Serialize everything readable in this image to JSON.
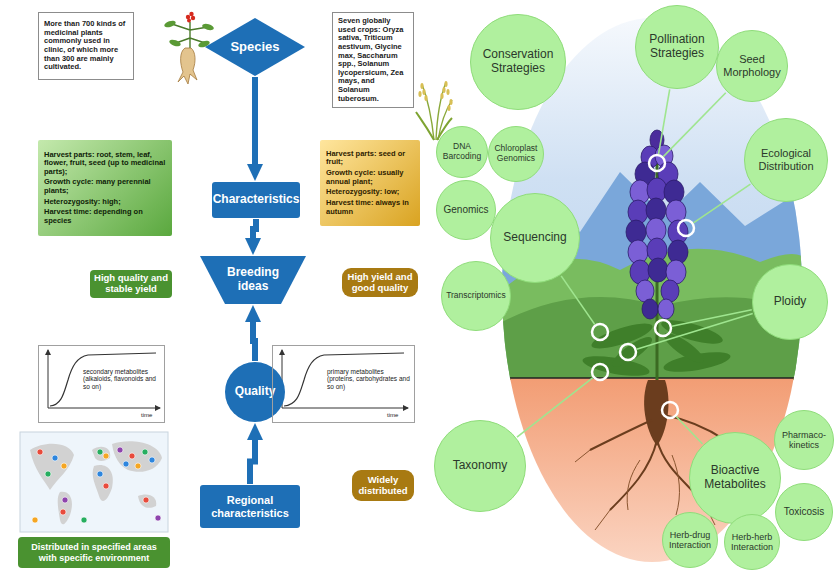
{
  "diagram": {
    "nodes": [
      {
        "text": [
          "Species"
        ]
      },
      {
        "text": [
          "More than 700 kinds of medicinal plants commonly used in clinic, of which more than 300 are mainly cultivated."
        ]
      },
      {
        "text": [
          "Seven globally used crops: Oryza sativa, Triticum aestivum, Glycine max, Saccharum spp., Solanum lycopersicum, Zea mays, and Solanum tuberosum."
        ]
      },
      {
        "text": [
          "Characteristics"
        ]
      },
      {
        "text": [
          "Harvest parts: root, stem, leaf, flower, fruit, seed (up to medicinal parts);",
          "Growth cycle: many perennial plants;",
          "Heterozygosity: high;",
          "Harvest time: depending on species"
        ]
      },
      {
        "text": [
          "Harvest parts: seed or fruit;",
          "Growth cycle: usually annual plant;",
          "Heterozygosity: low;",
          "Harvest time: always in autumn"
        ]
      },
      {
        "text": [
          "Breeding ideas"
        ]
      },
      {
        "text": [
          "High quality and stable yield"
        ]
      },
      {
        "text": [
          "High yield and good quality"
        ]
      },
      {
        "text": [
          "Quality"
        ]
      },
      {
        "text": [
          "secondary metabolites (alkaloids, flavonoids and so on)",
          "time"
        ]
      },
      {
        "text": [
          "primary metabolites (proteins, carbohydrates and so on)",
          "time"
        ]
      },
      {
        "text": [
          "Regional characteristics"
        ]
      },
      {
        "text": [
          "Distributed in specified areas with specific environment"
        ]
      },
      {
        "text": [
          "Widely distributed"
        ]
      },
      {
        "text": [
          "Conservation Strategies"
        ]
      },
      {
        "text": [
          "Pollination Strategies"
        ]
      },
      {
        "text": [
          "Seed Morphology"
        ]
      },
      {
        "text": [
          "DNA Barcoding"
        ]
      },
      {
        "text": [
          "Chloroplast Genomics"
        ]
      },
      {
        "text": [
          "Ecological Distribution"
        ]
      },
      {
        "text": [
          "Genomics"
        ]
      },
      {
        "text": [
          "Sequencing"
        ]
      },
      {
        "text": [
          "Transcriptomics"
        ]
      },
      {
        "text": [
          "Ploidy"
        ]
      },
      {
        "text": [
          "Taxonomy"
        ]
      },
      {
        "text": [
          "Pharmaco- kinetics"
        ]
      },
      {
        "text": [
          "Bioactive Metabolites"
        ]
      },
      {
        "text": [
          "Toxicosis"
        ]
      },
      {
        "text": [
          "Herb-drug Interaction"
        ]
      },
      {
        "text": [
          "Herb-herb Interaction"
        ]
      }
    ],
    "edges": [
      {
        "from": 0,
        "to": 3,
        "arrow": "to"
      },
      {
        "from": 3,
        "to": 6,
        "arrow": "to"
      },
      {
        "from": 9,
        "to": 6,
        "arrow": "to"
      },
      {
        "from": 12,
        "to": 9,
        "arrow": "to"
      }
    ]
  }
}
